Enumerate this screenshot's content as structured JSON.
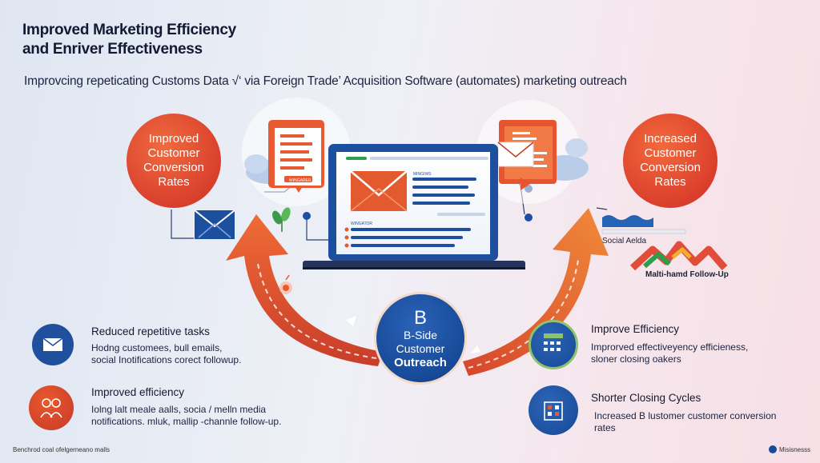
{
  "header": {
    "title_line1": "Improved Marketing Efficiency",
    "title_line2": "and Enriver Effectiveness",
    "subtitle": "Improvcing repeticating Customs Data √‘ via Foreign Trade’ Acquisition Software (automates) marketing outreach"
  },
  "left_circle": {
    "line1": "Improved",
    "line2": "Customer",
    "line3": "Conversion",
    "line4": "Rates"
  },
  "right_circle": {
    "line1": "Increased",
    "line2": "Customer",
    "line3": "Conversion",
    "line4": "Rates"
  },
  "center_circle": {
    "letter": "B",
    "line1": "B-Side",
    "line2": "Customer",
    "line3": "Outreach"
  },
  "right_labels": {
    "social": "Social Aelda",
    "followup": "Malti-hamd Follow-Up"
  },
  "left_items": [
    {
      "title": "Reduced repetitive tasks",
      "desc1": "Hodng customees, bull emails,",
      "desc2": "social Inotifications corect followup."
    },
    {
      "title": "Improved efficiency",
      "desc1": "Iolng lalt meale aalls, socia / melln media",
      "desc2": "notifications. mluk, mallip -channle follow-up."
    }
  ],
  "right_items": [
    {
      "title": "Improve Efficiency",
      "desc1": "Improrved effectiveyency  efficieness,",
      "desc2": "sloner closing oakers"
    },
    {
      "title": "Shorter Closing Cycles",
      "desc1": "Increased B lustomer customer conversion",
      "desc2": "rates"
    }
  ],
  "laptop": {
    "label_top": "MINGIWS",
    "label_mid": "WINGATOR"
  },
  "doc_left_label": "WINGARER",
  "footer": {
    "left": "Benchrod coal ofelgerneano malls",
    "right": "Misisnesss"
  },
  "colors": {
    "orange": "#e8582e",
    "blue": "#174a98",
    "green": "#2e9e4a"
  }
}
